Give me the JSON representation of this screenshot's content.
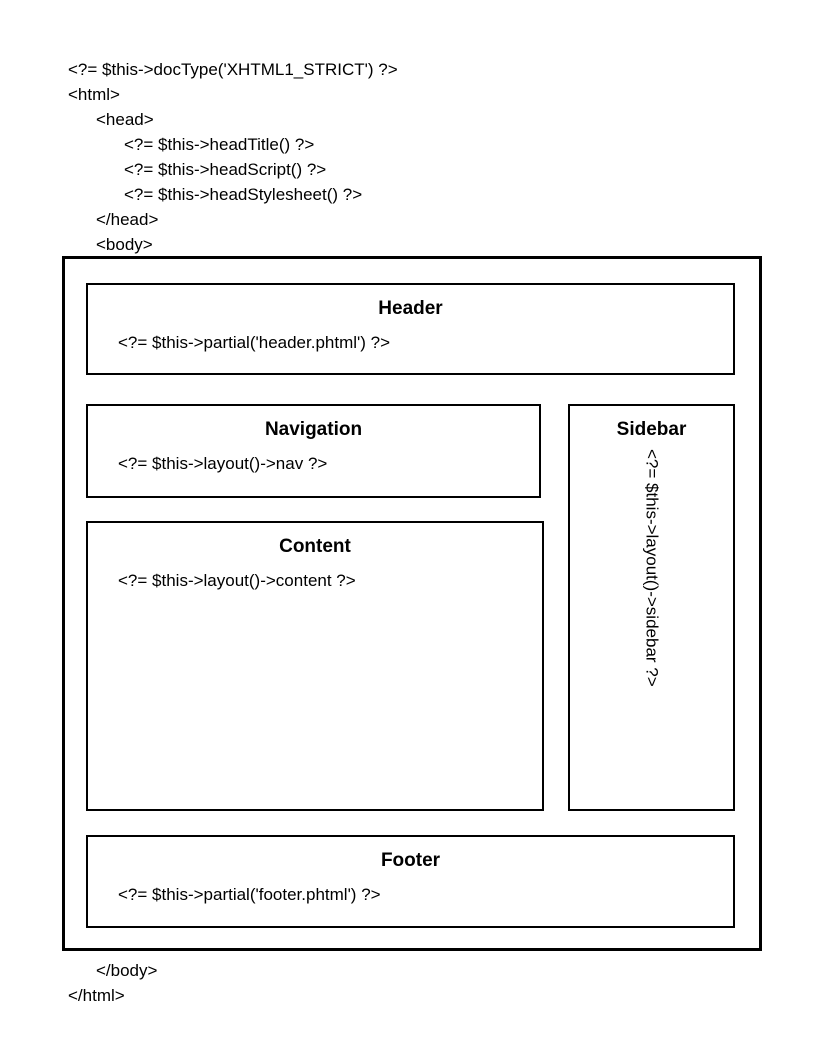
{
  "top_code": {
    "lines": [
      "<?= $this->docType('XHTML1_STRICT') ?>",
      "<html>",
      "<head>",
      "<?= $this->headTitle() ?>",
      "<?= $this->headScript() ?>",
      "<?= $this->headStylesheet() ?>",
      "</head>",
      "<body>"
    ]
  },
  "layout_boxes": {
    "header": {
      "title": "Header",
      "code": "<?= $this->partial('header.phtml') ?>"
    },
    "navigation": {
      "title": "Navigation",
      "code": "<?= $this->layout()->nav ?>"
    },
    "content": {
      "title": "Content",
      "code": "<?= $this->layout()->content ?>"
    },
    "sidebar": {
      "title": "Sidebar",
      "code": "<?= $this->layout()->sidebar ?>"
    },
    "footer": {
      "title": "Footer",
      "code": "<?= $this->partial('footer.phtml') ?>"
    }
  },
  "bottom_code": {
    "lines": [
      "</body>",
      "</html>"
    ]
  },
  "colors": {
    "background": "#ffffff",
    "border": "#000000",
    "text": "#000000"
  }
}
